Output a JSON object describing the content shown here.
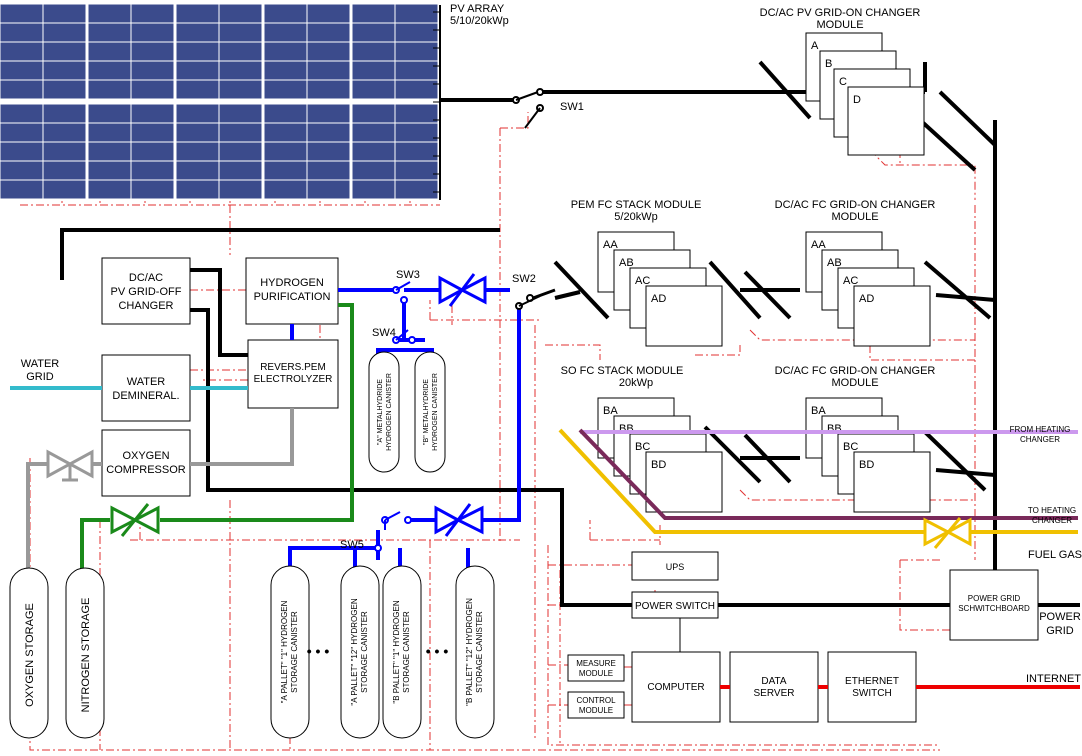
{
  "pv_array": {
    "title": "PV ARRAY",
    "power": "5/10/20kWp"
  },
  "pv_converter": {
    "title": "DC/AC PV GRID-ON CHANGER",
    "title2": "MODULE",
    "units": [
      "A",
      "B",
      "C",
      "D"
    ]
  },
  "pem_stack": {
    "title": "PEM FC STACK MODULE",
    "power": "5/20kWp",
    "units": [
      "AA",
      "AB",
      "AC",
      "AD"
    ]
  },
  "fc_converter_1": {
    "title": "DC/AC FC GRID-ON CHANGER",
    "title2": "MODULE",
    "units": [
      "AA",
      "AB",
      "AC",
      "AD"
    ]
  },
  "so_stack": {
    "title": "SO FC STACK MODULE",
    "power": "20kWp",
    "units": [
      "BA",
      "BB",
      "BC",
      "BD"
    ]
  },
  "fc_converter_2": {
    "title": "DC/AC FC GRID-ON CHANGER",
    "title2": "MODULE",
    "units": [
      "BA",
      "BB",
      "BC",
      "BD"
    ]
  },
  "switches": {
    "sw1": "SW1",
    "sw2": "SW2",
    "sw3": "SW3",
    "sw4": "SW4",
    "sw5": "SW5"
  },
  "grid_off_changer": {
    "line1": "DC/AC",
    "line2": "PV GRID-OFF",
    "line3": "CHANGER"
  },
  "hydrogen_purification": {
    "line1": "HYDROGEN",
    "line2": "PURIFICATION"
  },
  "electrolyzer": {
    "line1": "REVERS.PEM",
    "line2": "ELECTROLYZER"
  },
  "water_grid": {
    "line1": "WATER",
    "line2": "GRID"
  },
  "water_demineral": {
    "line1": "WATER",
    "line2": "DEMINERAL."
  },
  "oxygen_compressor": {
    "line1": "OXYGEN",
    "line2": "COMPRESSOR"
  },
  "metalhydride": [
    {
      "line1": "\"A\" METALHYDRIDE",
      "line2": "HYDROGEN CANISTER"
    },
    {
      "line1": "\"B\" METALHYDRIDE",
      "line2": "HYDROGEN CANISTER"
    }
  ],
  "storage": {
    "oxygen": "OXYGEN STORAGE",
    "nitrogen": "NITROGEN STORAGE"
  },
  "canisters": [
    {
      "line1": "\"A PALLET\" \"1\" HYDROGEN",
      "line2": "STORAGE CANISTER"
    },
    {
      "line1": "\"A PALLET\" \"12\" HYDROGEN",
      "line2": "STORAGE CANISTER"
    },
    {
      "line1": "\"B PALLET\" \"1\" HYDROGEN",
      "line2": "STORAGE CANISTER"
    },
    {
      "line1": "\"B PALLET\" \"12\" HYDROGEN",
      "line2": "STORAGE CANISTER"
    }
  ],
  "ellipsis": "• • •",
  "heating": {
    "from_line1": "FROM HEATING",
    "from_line2": "CHANGER",
    "to_line1": "TO HEATING",
    "to_line2": "CHANGER"
  },
  "fuel_gas": "FUEL GAS",
  "ups": "UPS",
  "power_switch": "POWER SWITCH",
  "switchboard": {
    "line1": "POWER GRID",
    "line2": "SCHWITCHBOARD"
  },
  "power_grid": {
    "line1": "POWER",
    "line2": "GRID"
  },
  "measure_module": {
    "line1": "MEASURE",
    "line2": "MODULE"
  },
  "control_module": {
    "line1": "CONTROL",
    "line2": "MODULE"
  },
  "computer": "COMPUTER",
  "data_server": {
    "line1": "DATA",
    "line2": "SERVER"
  },
  "ethernet_switch": {
    "line1": "ETHERNET",
    "line2": "SWITCH"
  },
  "internet": "INTERNET",
  "colors": {
    "power": "#000000",
    "hydrogen": "#0000ff",
    "nitrogen": "#1a8a1a",
    "oxygen": "#999999",
    "water": "#33bbcc",
    "control": "#e03030",
    "internet": "#ee0000",
    "heating_from": "#cc99ee",
    "heating_to": "#7a2a5a",
    "fuel_gas": "#f0c000",
    "panel": "#3b4b8c"
  }
}
